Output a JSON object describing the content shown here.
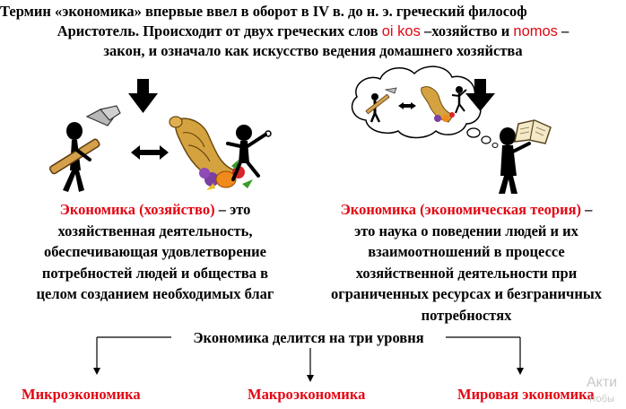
{
  "intro": {
    "line1": "Термин «экономика» впервые ввел в оборот в IV в. до н. э. греческий философ",
    "line2_start": "Аристотель. Происходит от двух греческих слов ",
    "word_oikos": "oi kos",
    "line2_mid": " –хозяйство и ",
    "word_nomos": "nomos",
    "line2_end": " –",
    "line3": "закон, и означало как искусство ведения домашнего хозяйства"
  },
  "left_block": {
    "term": "Экономика (хозяйство)",
    "dash": " – это",
    "lines": [
      "хозяйственная деятельность,",
      "обеспечивающая удовлетворение",
      "потребностей людей и общества в",
      "целом созданием необходимых благ"
    ]
  },
  "right_block": {
    "term": "Экономика (экономическая теория)",
    "dash": " –",
    "lines": [
      "это наука о поведении людей и их",
      "взаимоотношений в процессе",
      "хозяйственной деятельности при",
      "ограниченных ресурсах и безграничных",
      "потребностях"
    ]
  },
  "levels": {
    "title": "Экономика делится на три уровня",
    "items": [
      "Микроэкономика",
      "Макроэкономика",
      "Мировая экономика"
    ]
  },
  "watermark": {
    "line1": "Акти",
    "line2": "чтобы"
  },
  "colors": {
    "accent_red": "#e30613",
    "text": "#000000"
  }
}
